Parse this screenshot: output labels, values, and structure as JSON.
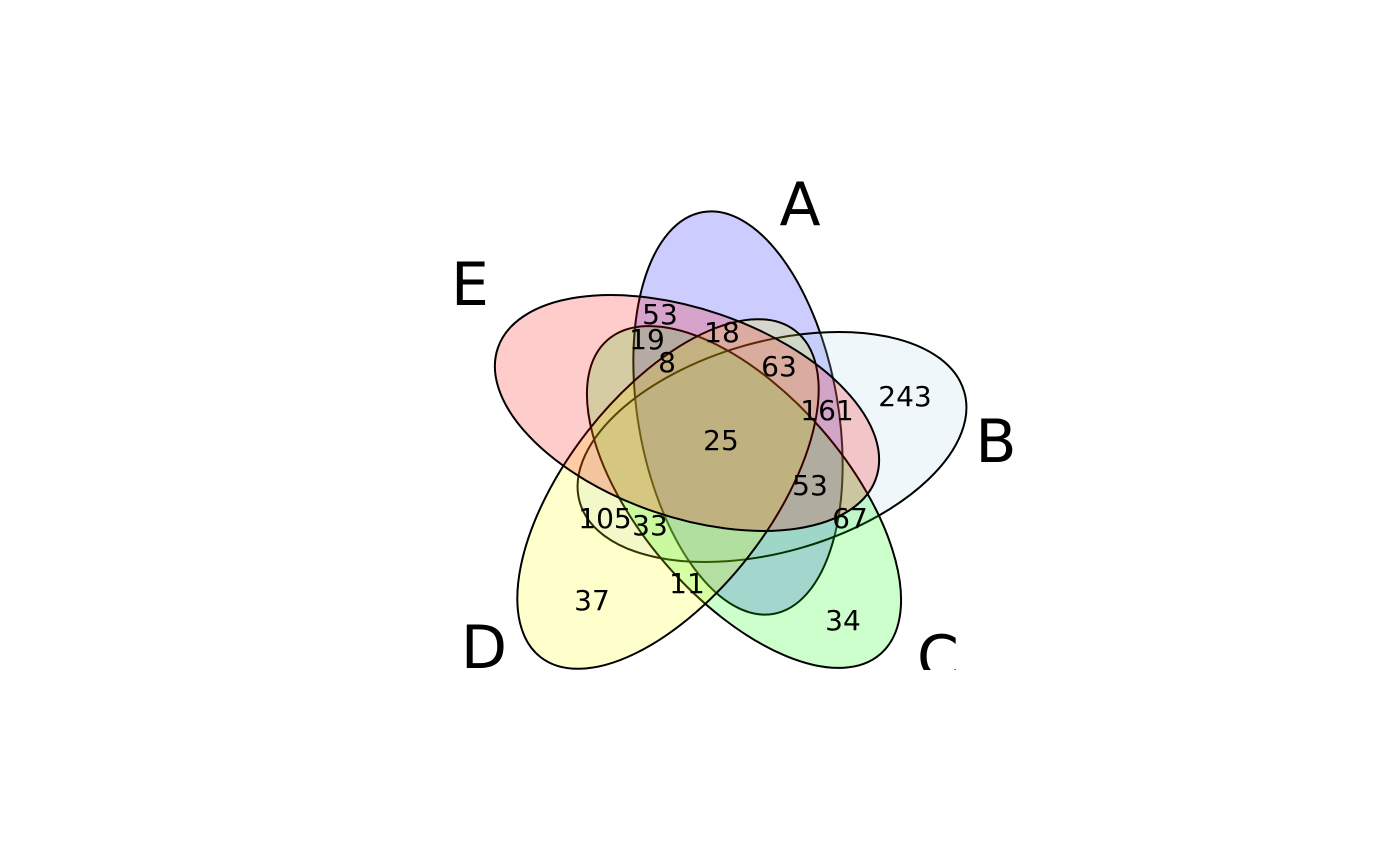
{
  "chart_data": {
    "type": "venn",
    "title": "",
    "sets": [
      {
        "name": "A",
        "color": "#0000ff"
      },
      {
        "name": "B",
        "color": "#add8e6"
      },
      {
        "name": "C",
        "color": "#00ff00"
      },
      {
        "name": "D",
        "color": "#ffff00"
      },
      {
        "name": "E",
        "color": "#ff0000"
      }
    ],
    "region_counts": [
      {
        "id": "r1",
        "value": "53"
      },
      {
        "id": "r2",
        "value": "18"
      },
      {
        "id": "r3",
        "value": "19"
      },
      {
        "id": "r4",
        "value": "8"
      },
      {
        "id": "r5",
        "value": "63"
      },
      {
        "id": "r6",
        "value": "243"
      },
      {
        "id": "r7",
        "value": "161"
      },
      {
        "id": "r8",
        "value": "25"
      },
      {
        "id": "r9",
        "value": "53"
      },
      {
        "id": "r10",
        "value": "105"
      },
      {
        "id": "r11",
        "value": "33"
      },
      {
        "id": "r12",
        "value": "67"
      },
      {
        "id": "r13",
        "value": "11"
      },
      {
        "id": "r14",
        "value": "37"
      },
      {
        "id": "r15",
        "value": "34"
      }
    ]
  }
}
